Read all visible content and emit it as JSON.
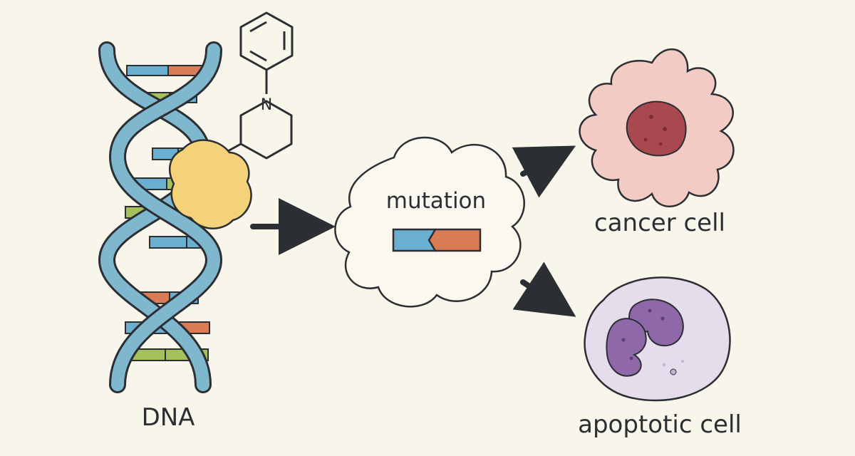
{
  "labels": {
    "dna": "DNA",
    "mutation": "mutation",
    "cancer_cell": "cancer cell",
    "apoptotic_cell": "apoptotic cell",
    "nitrogen_atom": "N"
  },
  "colors": {
    "background": "#f8f5ea",
    "strand": "#7fb7cf",
    "outline": "#2b2f33",
    "base_blue": "#6aaed0",
    "base_orange": "#d97b55",
    "base_green": "#a4c15a",
    "adduct": "#f4d279",
    "cancer_body": "#f1cbc4",
    "cancer_nucleus": "#a9484f",
    "apoptotic_body": "#e5dcec",
    "apoptotic_nucleus": "#8f68aa"
  }
}
